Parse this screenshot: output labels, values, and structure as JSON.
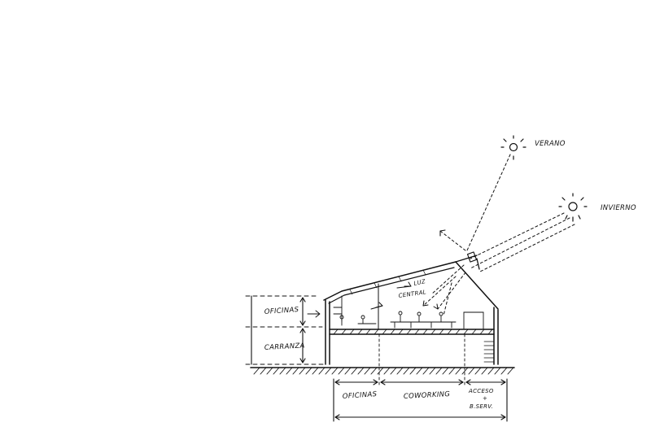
{
  "labels": {
    "summer": "VERANO",
    "winter": "INVIERNO",
    "central_light_1": "LUZ",
    "central_light_2": "CENTRAL",
    "upper_level": "OFICINAS",
    "lower_level": "CARRANZA",
    "zone_offices": "OFICINAS",
    "zone_coworking": "COWORKING",
    "zone_access_1": "ACCESO",
    "zone_access_2": "+",
    "zone_access_3": "B.SERV."
  },
  "colors": {
    "ink": "#111111",
    "paper": "#ffffff"
  },
  "icons": {
    "sun": "sun-icon"
  }
}
